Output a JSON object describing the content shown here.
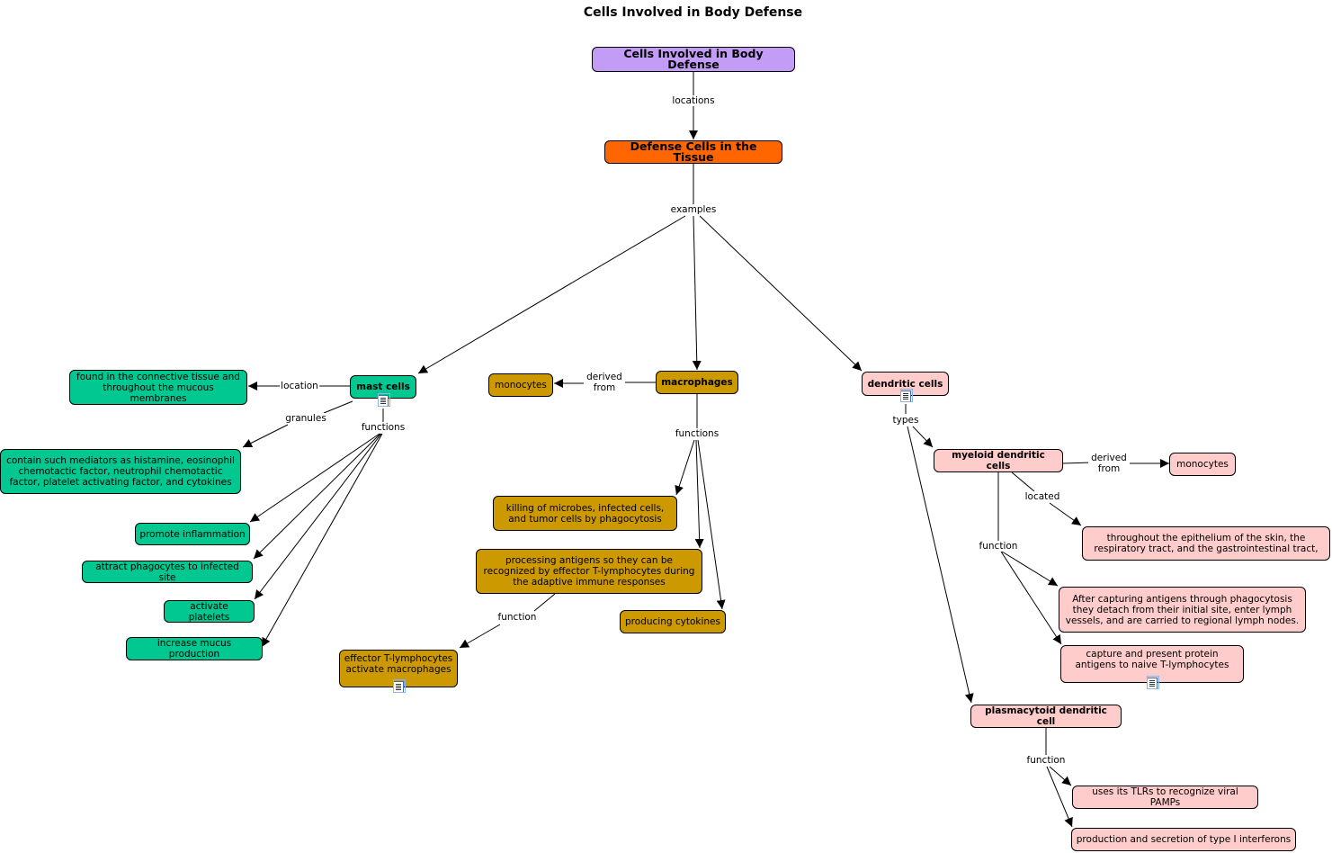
{
  "title": "Cells Involved in Body Defense",
  "nodes": {
    "root": "Cells Involved in Body Defense",
    "tissue": "Defense Cells in the Tissue",
    "mast": "mast cells",
    "mast_location": "found in the connective tissue and throughout the mucous membranes",
    "mast_granules": "contain such mediators as histamine, eosinophil chemotactic factor, neutrophil chemotactic factor, platelet activating factor, and cytokines",
    "mast_f1": "promote inflammation",
    "mast_f2": "attract phagocytes to infected site",
    "mast_f3": "activate platelets",
    "mast_f4": "increase mucus production",
    "macro": "macrophages",
    "macro_monocytes": "monocytes",
    "macro_f1": "killing of microbes, infected cells, and tumor cells by phagocytosis",
    "macro_f2": "processing antigens so they can be recognized by effector T-lymphocytes during the adaptive immune responses",
    "macro_f3": "producing cytokines",
    "effector": "effector T-lymphocytes activate macrophages",
    "dendritic": "dendritic cells",
    "myeloid": "myeloid dendritic cells",
    "myeloid_monocytes": "monocytes",
    "myeloid_located": "throughout the epithelium of the skin, the respiratory tract, and the gastrointestinal tract,",
    "myeloid_f1": "After capturing antigens through phagocytosis they detach from their initial site, enter lymph vessels, and are carried to regional lymph nodes.",
    "myeloid_f2": "capture and present protein antigens to naive T-lymphocytes",
    "plasmacytoid": "plasmacytoid dendritic cell",
    "plasma_f1": "uses its TLRs to recognize viral PAMPs",
    "plasma_f2": "production and secretion of type I interferons"
  },
  "links": {
    "locations": "locations",
    "examples": "examples",
    "location": "location",
    "granules": "granules",
    "mast_functions": "functions",
    "derived_from": "derived from",
    "macro_functions": "functions",
    "function": "function",
    "types": "types",
    "derived_from_2": "derived from",
    "located": "located",
    "myeloid_function": "function",
    "plasma_function": "function"
  },
  "colors": {
    "root": "#c39cf5",
    "tissue": "#ff6600",
    "mast": "#00c890",
    "macro": "#cc9900",
    "dendritic": "#ffcccc"
  }
}
